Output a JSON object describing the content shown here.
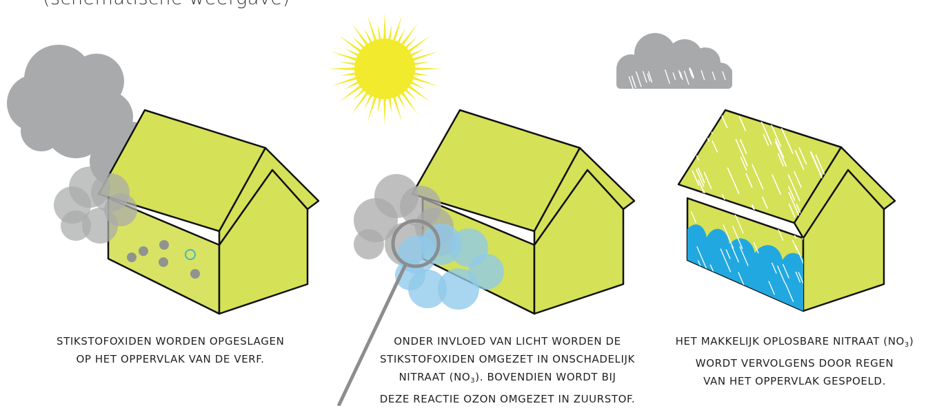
{
  "subtitle": "(schematische weergave)",
  "colors": {
    "house": "#d5e157",
    "outline": "#111111",
    "cloud_gray": "#a9aaab",
    "cloud_blue": "#9fcdea",
    "water": "#22a8e0",
    "sun": "#f2ea2c",
    "rain_cloud": "#a8a9ab",
    "dots": "#909390",
    "dot_highlight": "#3fb7bf"
  },
  "panels": [
    {
      "caption_lines": [
        "STIKSTOFOXIDEN WORDEN OPGESLAGEN",
        "OP HET OPPERVLAK VAN DE VERF."
      ]
    },
    {
      "caption_line1": "ONDER INVLOED VAN LICHT WORDEN DE",
      "caption_line2": "STIKSTOFOXIDEN OMGEZET IN ONSCHADELIJK",
      "caption_line3_pre": "NITRAAT (NO",
      "caption_line3_sub": "3",
      "caption_line3_post": "). BOVENDIEN WORDT BIJ",
      "caption_line4": "DEZE REACTIE OZON OMGEZET IN ZUURSTOF."
    },
    {
      "caption_line1_pre": "HET MAKKELIJK OPLOSBARE NITRAAT (NO",
      "caption_line1_sub": "3",
      "caption_line1_post": ")",
      "caption_line2": "WORDT VERVOLGENS DOOR REGEN",
      "caption_line3": "VAN HET OPPERVLAK GESPOELD."
    }
  ]
}
